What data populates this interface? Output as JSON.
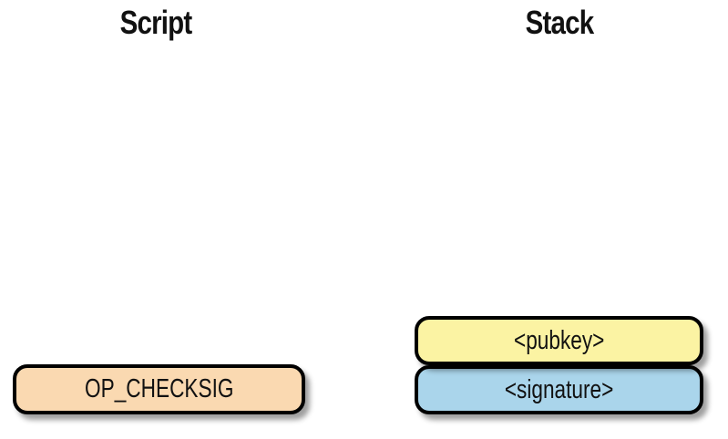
{
  "figure": {
    "columns": {
      "script": {
        "title": "Script",
        "items": [
          {
            "label": "OP_CHECKSIG",
            "fill": "#FAD9B1"
          }
        ]
      },
      "stack": {
        "title": "Stack",
        "items": [
          {
            "label": "<pubkey>",
            "fill": "#FBF3A3"
          },
          {
            "label": "<signature>",
            "fill": "#AAD5EB"
          }
        ]
      }
    },
    "colors": {
      "background": "#FFFFFF",
      "border": "#000000",
      "text": "#111111",
      "shadow": "rgba(0,0,0,0.38)"
    }
  }
}
